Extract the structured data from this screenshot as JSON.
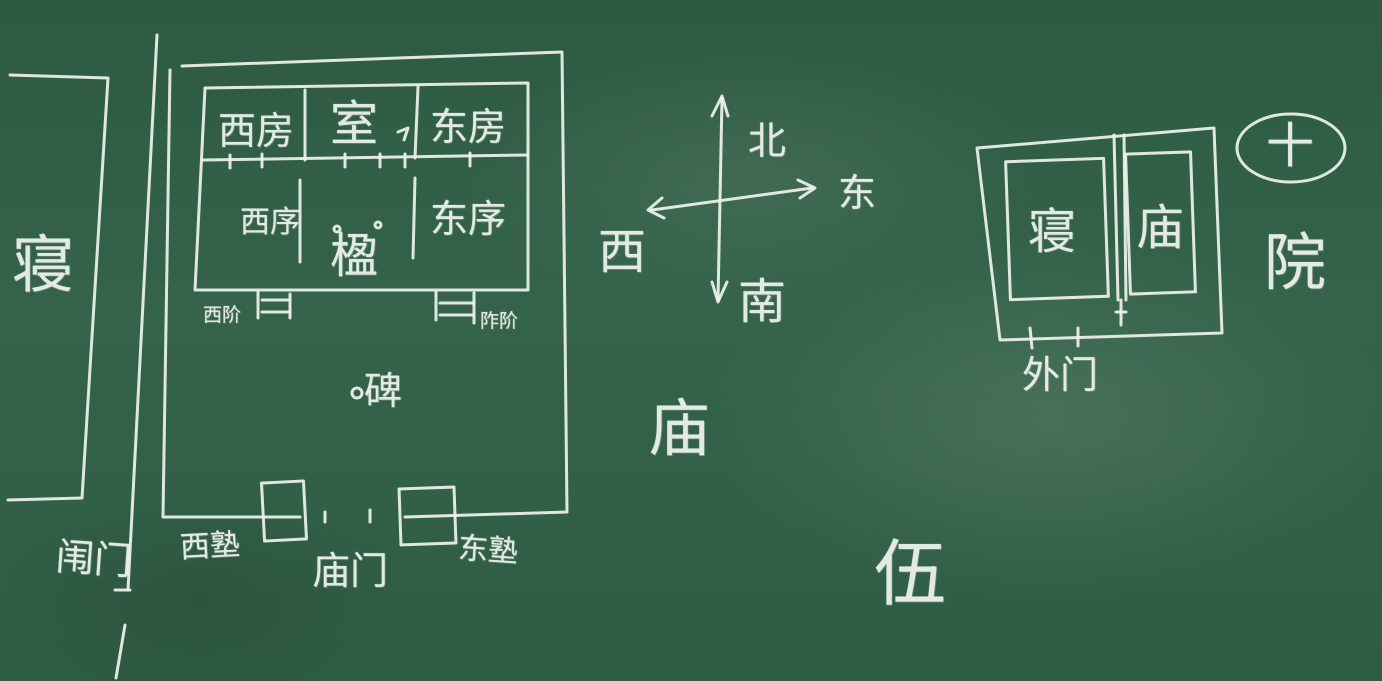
{
  "board": {
    "left_panel": {
      "vertical_label": "寝",
      "gate_label": "闱门"
    },
    "temple_plan": {
      "room_west": "西房",
      "room_main": "室",
      "room_east": "东房",
      "hall_west": "西序",
      "hall_center": "楹",
      "hall_east": "东序",
      "steps_west": "西阶",
      "steps_east": "阼阶",
      "stele": "碑",
      "wing_west": "西塾",
      "temple_gate": "庙门",
      "wing_east": "东塾"
    },
    "compass": {
      "north": "北",
      "south": "南",
      "west": "西",
      "east": "东"
    },
    "center_labels": {
      "temple": "庙",
      "five": "伍"
    },
    "right_plan": {
      "bedroom": "寝",
      "temple": "庙",
      "outer_gate": "外门",
      "circled_number": "十",
      "courtyard": "院"
    }
  }
}
